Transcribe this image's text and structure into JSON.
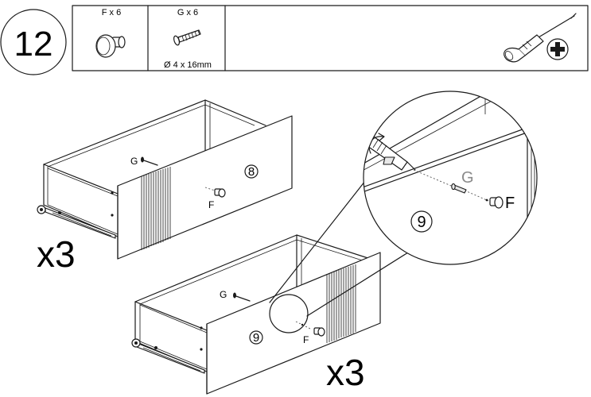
{
  "step_number": "12",
  "parts_table": {
    "part_f_label": "F x 6",
    "part_g_label": "G x 6",
    "part_g_size": "Ø 4 x 16mm"
  },
  "tool": {
    "icon": "phillips-screwdriver-icon"
  },
  "drawer_top": {
    "panel_number": "8",
    "screw_label": "G",
    "knob_label": "F",
    "quantity": "x3"
  },
  "drawer_bottom": {
    "panel_number": "9",
    "screw_label": "G",
    "knob_label": "F",
    "quantity": "x3"
  },
  "detail": {
    "panel_number": "9",
    "screw_label": "G",
    "knob_label": "F"
  }
}
